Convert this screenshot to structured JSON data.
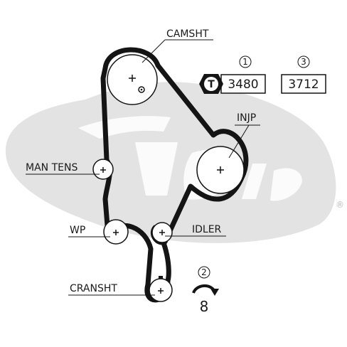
{
  "labels": {
    "camshaft": "CAMSHT",
    "injection_pump": "INJP",
    "man_tensioner": "MAN TENS",
    "water_pump": "WP",
    "idler": "IDLER",
    "crankshaft": "CRANSHT"
  },
  "steps": {
    "one": "1",
    "two": "2",
    "three": "3"
  },
  "tools": {
    "tool_badge": "T",
    "tool_a": "3480",
    "tool_b": "3712"
  },
  "rotation": {
    "count": "8"
  },
  "brand": {
    "registered_mark": "®"
  },
  "colors": {
    "belt": "#141414",
    "watermark": "#e3e3e3",
    "ink": "#1a1a1a"
  }
}
